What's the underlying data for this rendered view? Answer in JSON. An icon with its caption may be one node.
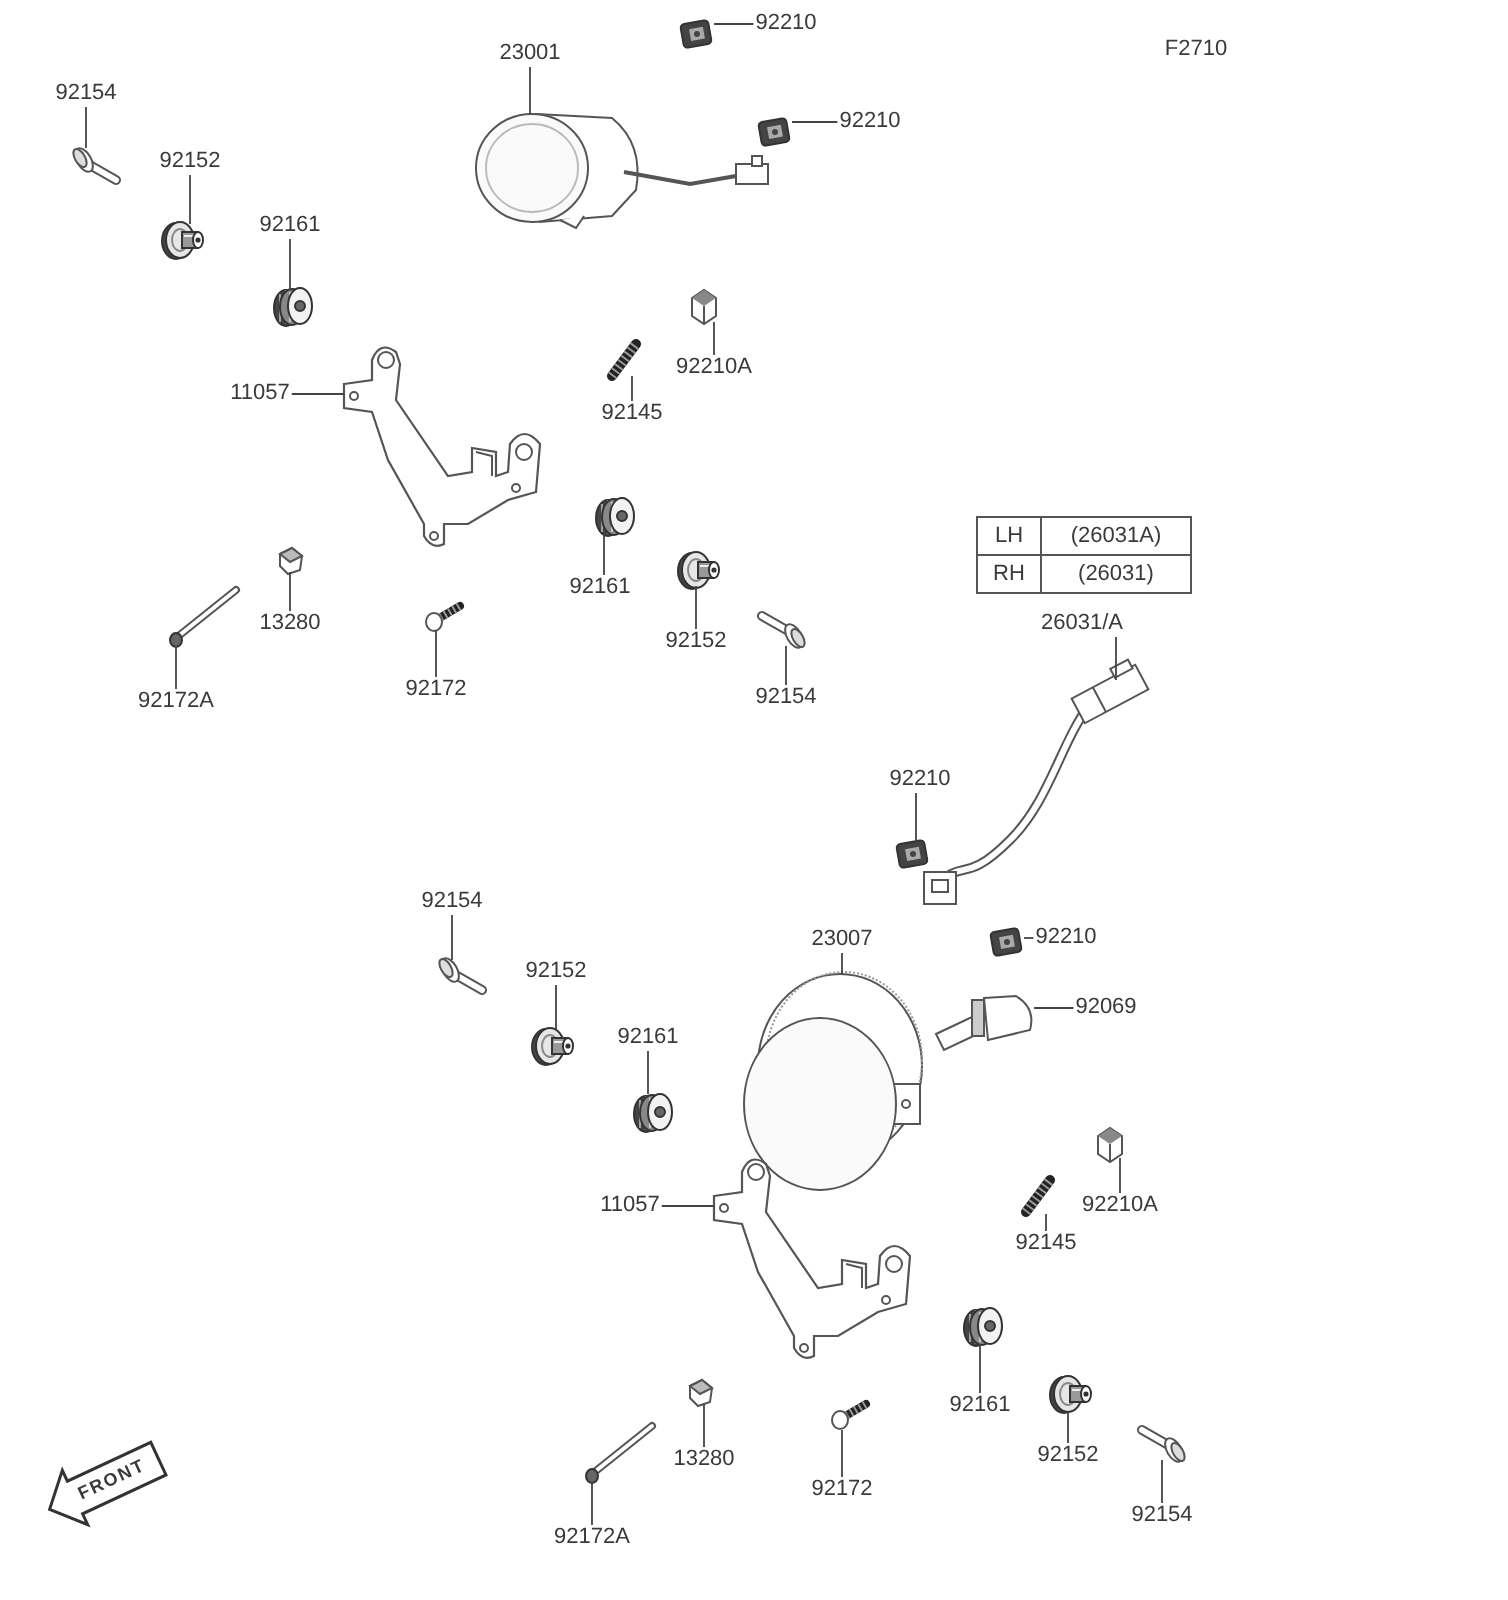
{
  "diagram": {
    "nodes": [
      {
        "text": [
          "92210"
        ]
      },
      {
        "text": [],
        "shape": "picture"
      },
      {
        "text": [
          "23001"
        ]
      },
      {
        "text": [],
        "shape": "picture"
      },
      {
        "text": [
          "92210"
        ]
      },
      {
        "text": [],
        "shape": "picture"
      },
      {
        "text": [
          "92154"
        ]
      },
      {
        "text": [],
        "shape": "picture"
      },
      {
        "text": [
          "92152"
        ]
      },
      {
        "text": [],
        "shape": "picture"
      },
      {
        "text": [
          "92161"
        ]
      },
      {
        "text": [],
        "shape": "picture"
      },
      {
        "text": [
          "11057"
        ]
      },
      {
        "text": [],
        "shape": "picture"
      },
      {
        "text": [
          "92145"
        ]
      },
      {
        "text": [],
        "shape": "picture"
      },
      {
        "text": [
          "92210A"
        ]
      },
      {
        "text": [],
        "shape": "picture"
      },
      {
        "text": [
          "92161"
        ]
      },
      {
        "text": [],
        "shape": "picture"
      },
      {
        "text": [
          "92152"
        ]
      },
      {
        "text": [],
        "shape": "picture"
      },
      {
        "text": [
          "92154"
        ]
      },
      {
        "text": [],
        "shape": "picture"
      },
      {
        "text": [
          "13280"
        ]
      },
      {
        "text": [],
        "shape": "picture"
      },
      {
        "text": [
          "92172A"
        ]
      },
      {
        "text": [],
        "shape": "picture"
      },
      {
        "text": [
          "92172"
        ]
      },
      {
        "text": [],
        "shape": "picture"
      },
      {
        "text": [
          "26031/A"
        ]
      },
      {
        "text": [],
        "shape": "picture"
      },
      {
        "text": [
          "92210"
        ]
      },
      {
        "text": [],
        "shape": "picture"
      },
      {
        "text": [
          "92210"
        ]
      },
      {
        "text": [],
        "shape": "picture"
      },
      {
        "text": [
          "92069"
        ]
      },
      {
        "text": [],
        "shape": "picture"
      },
      {
        "text": [
          "23007"
        ]
      },
      {
        "text": [],
        "shape": "picture"
      },
      {
        "text": [
          "92154"
        ]
      },
      {
        "text": [],
        "shape": "picture"
      },
      {
        "text": [
          "92152"
        ]
      },
      {
        "text": [],
        "shape": "picture"
      },
      {
        "text": [
          "92161"
        ]
      },
      {
        "text": [],
        "shape": "picture"
      },
      {
        "text": [
          "11057"
        ]
      },
      {
        "text": [],
        "shape": "picture"
      },
      {
        "text": [
          "92145"
        ]
      },
      {
        "text": [],
        "shape": "picture"
      },
      {
        "text": [
          "92210A"
        ]
      },
      {
        "text": [],
        "shape": "picture"
      },
      {
        "text": [
          "92161"
        ]
      },
      {
        "text": [],
        "shape": "picture"
      },
      {
        "text": [
          "92152"
        ]
      },
      {
        "text": [],
        "shape": "picture"
      },
      {
        "text": [
          "92154"
        ]
      },
      {
        "text": [],
        "shape": "picture"
      },
      {
        "text": [
          "13280"
        ]
      },
      {
        "text": [],
        "shape": "picture"
      },
      {
        "text": [
          "92172"
        ]
      },
      {
        "text": [],
        "shape": "picture"
      },
      {
        "text": [
          "92172A"
        ]
      },
      {
        "text": [],
        "shape": "picture"
      }
    ],
    "edges": [
      {
        "from": 0,
        "to": 1,
        "arrow": "none"
      },
      {
        "from": 2,
        "to": 3,
        "arrow": "none"
      },
      {
        "from": 4,
        "to": 5,
        "arrow": "none"
      },
      {
        "from": 6,
        "to": 7,
        "arrow": "none"
      },
      {
        "from": 8,
        "to": 9,
        "arrow": "none"
      },
      {
        "from": 10,
        "to": 11,
        "arrow": "none"
      },
      {
        "from": 12,
        "to": 13,
        "arrow": "none"
      },
      {
        "from": 14,
        "to": 15,
        "arrow": "none"
      },
      {
        "from": 16,
        "to": 17,
        "arrow": "none"
      },
      {
        "from": 18,
        "to": 19,
        "arrow": "none"
      },
      {
        "from": 20,
        "to": 21,
        "arrow": "none"
      },
      {
        "from": 22,
        "to": 23,
        "arrow": "none"
      },
      {
        "from": 24,
        "to": 25,
        "arrow": "none"
      },
      {
        "from": 26,
        "to": 27,
        "arrow": "none"
      },
      {
        "from": 28,
        "to": 29,
        "arrow": "none"
      },
      {
        "from": 30,
        "to": 31,
        "arrow": "none"
      },
      {
        "from": 32,
        "to": 33,
        "arrow": "none"
      },
      {
        "from": 34,
        "to": 35,
        "arrow": "none"
      },
      {
        "from": 36,
        "to": 37,
        "arrow": "none"
      },
      {
        "from": 38,
        "to": 39,
        "arrow": "none"
      },
      {
        "from": 40,
        "to": 41,
        "arrow": "none"
      },
      {
        "from": 42,
        "to": 43,
        "arrow": "none"
      },
      {
        "from": 44,
        "to": 45,
        "arrow": "none"
      },
      {
        "from": 46,
        "to": 47,
        "arrow": "none"
      },
      {
        "from": 48,
        "to": 49,
        "arrow": "none"
      },
      {
        "from": 50,
        "to": 51,
        "arrow": "none"
      },
      {
        "from": 52,
        "to": 53,
        "arrow": "none"
      },
      {
        "from": 54,
        "to": 55,
        "arrow": "none"
      },
      {
        "from": 56,
        "to": 57,
        "arrow": "none"
      },
      {
        "from": 58,
        "to": 59,
        "arrow": "none"
      },
      {
        "from": 60,
        "to": 61,
        "arrow": "none"
      },
      {
        "from": 62,
        "to": 63,
        "arrow": "none"
      }
    ],
    "labels": [
      "F2710",
      "LH",
      "(26031A)",
      "RH",
      "(26031)",
      "FRONT"
    ]
  }
}
